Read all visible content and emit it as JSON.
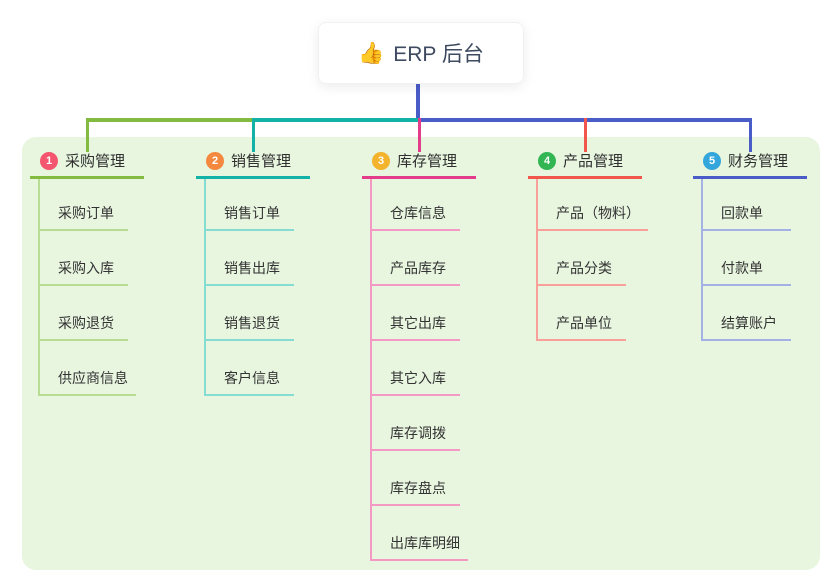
{
  "root": {
    "icon": "👍",
    "label": "ERP 后台"
  },
  "colors": {
    "connector_blue": "#4a5cc8",
    "panel_bg": "#e8f6e0",
    "canvas_bg": "#ffffff",
    "root_text": "#3d4a5f",
    "node_text": "#333333"
  },
  "branches": [
    {
      "num": "1",
      "label": "采购管理",
      "badge_color": "#f3566e",
      "line_color": "#82bb40",
      "light_color": "#b9dc93",
      "children": [
        "采购订单",
        "采购入库",
        "采购退货",
        "供应商信息"
      ]
    },
    {
      "num": "2",
      "label": "销售管理",
      "badge_color": "#f5883f",
      "line_color": "#12b2a6",
      "light_color": "#85dcd3",
      "children": [
        "销售订单",
        "销售出库",
        "销售退货",
        "客户信息"
      ]
    },
    {
      "num": "3",
      "label": "库存管理",
      "badge_color": "#f3b32c",
      "line_color": "#e23c8b",
      "light_color": "#f498c4",
      "children": [
        "仓库信息",
        "产品库存",
        "其它出库",
        "其它入库",
        "库存调拨",
        "库存盘点",
        "出库库明细"
      ]
    },
    {
      "num": "4",
      "label": "产品管理",
      "badge_color": "#31b653",
      "line_color": "#f1564d",
      "light_color": "#f9a09a",
      "children": [
        "产品（物料）",
        "产品分类",
        "产品单位"
      ]
    },
    {
      "num": "5",
      "label": "财务管理",
      "badge_color": "#33a6dc",
      "line_color": "#4a5cc8",
      "light_color": "#a3b1e4",
      "children": [
        "回款单",
        "付款单",
        "结算账户"
      ]
    }
  ]
}
